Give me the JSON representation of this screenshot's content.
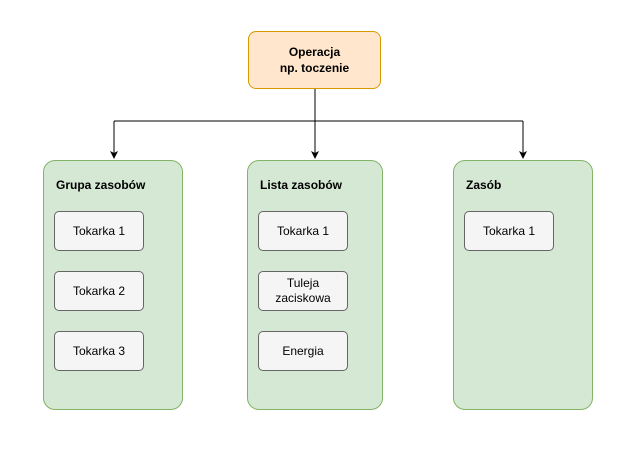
{
  "operation": {
    "line1": "Operacja",
    "line2": "np. toczenie"
  },
  "groups": [
    {
      "title": "Grupa zasobów",
      "items": [
        "Tokarka 1",
        "Tokarka 2",
        "Tokarka 3"
      ]
    },
    {
      "title": "Lista zasobów",
      "items": [
        "Tokarka 1",
        "Tuleja zaciskowa",
        "Energia"
      ]
    },
    {
      "title": "Zasób",
      "items": [
        "Tokarka 1"
      ]
    }
  ],
  "colors": {
    "operation_fill": "#ffe6cc",
    "operation_stroke": "#d79b00",
    "group_fill": "#d5e8d4",
    "group_stroke": "#82b366",
    "item_fill": "#f5f5f5",
    "item_stroke": "#666666",
    "connector": "#000000"
  }
}
